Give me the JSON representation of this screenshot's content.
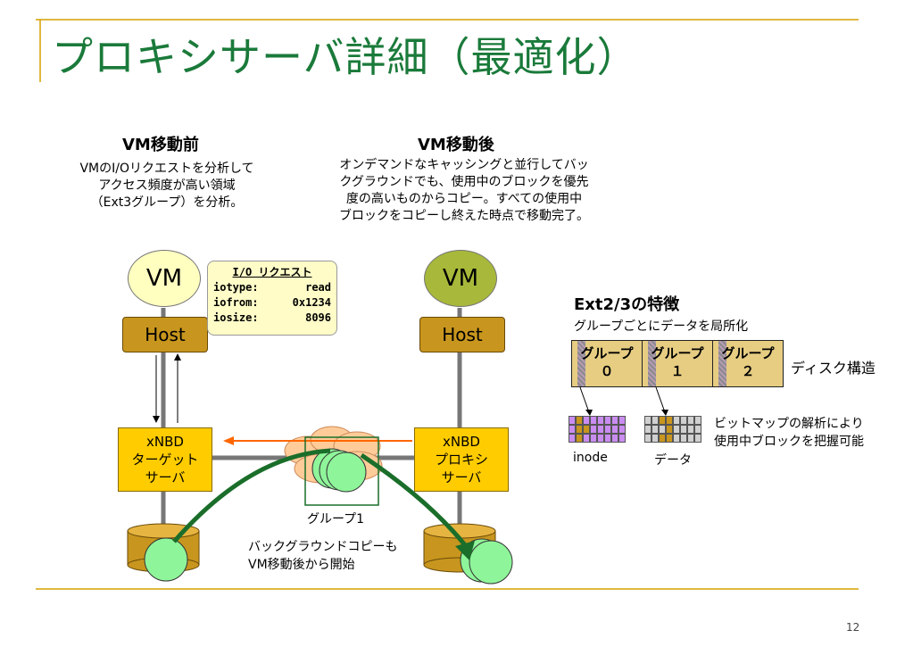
{
  "slide": {
    "title": "プロキシサーバ詳細（最適化）",
    "page_number": "12"
  },
  "left": {
    "heading": "VM移動前",
    "desc_lines": [
      "VMのI/Oリクエストを分析して",
      "アクセス頻度が高い領域",
      "（Ext3グループ）を分析。"
    ],
    "vm": "VM",
    "host": "Host",
    "nbd_lines": [
      "xNBD",
      "ターゲット",
      "サーバ"
    ]
  },
  "right": {
    "heading": "VM移動後",
    "desc_lines": [
      "オンデマンドなキャッシングと並行してバッ",
      "クグラウンドでも、使用中のブロックを優先",
      "度の高いものからコピー。すべての使用中",
      "ブロックをコピーし終えた時点で移動完了。"
    ],
    "vm": "VM",
    "host": "Host",
    "nbd_lines": [
      "xNBD",
      "プロキシ",
      "サーバ"
    ]
  },
  "io_request": {
    "title": "I/O リクエスト",
    "rows": [
      {
        "key": "iotype:",
        "value": "read"
      },
      {
        "key": "iofrom:",
        "value": "0x1234"
      },
      {
        "key": "iosize:",
        "value": "8096"
      }
    ]
  },
  "group_label": "グループ1",
  "bg_copy_lines": [
    "バックグラウンドコピーも",
    "VM移動後から開始"
  ],
  "ext": {
    "heading": "Ext2/3の特徴",
    "subheading": "グループごとにデータを局所化",
    "groups": [
      {
        "name": "グループ",
        "num": "０"
      },
      {
        "name": "グループ",
        "num": "１"
      },
      {
        "name": "グループ",
        "num": "２"
      }
    ],
    "disk_label": "ディスク構造",
    "inode_label": "inode",
    "data_label": "データ",
    "bitmap_lines": [
      "ビットマップの解析により",
      "使用中ブロックを把握可能"
    ]
  },
  "colors": {
    "title": "#1a7a3a",
    "rule": "#d4a000",
    "vm_left": "#ffffc0",
    "vm_right": "#a8b83a",
    "host": "#c8961e",
    "nbd": "#ffcc00",
    "arrow_green": "#1a6e2a",
    "block_green": "#8ff59a",
    "cloud": "#ffcc99",
    "orange_arrow": "#ff6600"
  }
}
